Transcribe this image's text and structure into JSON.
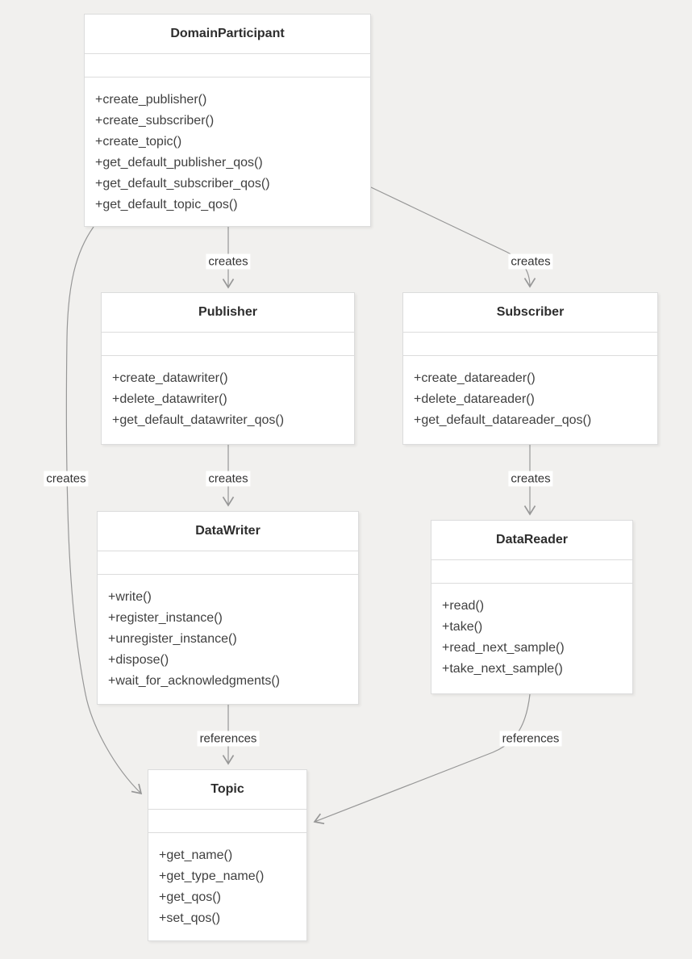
{
  "diagram": {
    "type": "uml-class-diagram",
    "colors": {
      "background": "#f1f0ee",
      "node_background": "#ffffff",
      "node_border": "#dcdcdc",
      "edge_line": "#979797",
      "title_text": "#2d2d2d",
      "method_text": "#404040",
      "label_text": "#333333"
    },
    "classes": [
      {
        "name": "DomainParticipant",
        "attributes": [],
        "methods": [
          "+create_publisher()",
          "+create_subscriber()",
          "+create_topic()",
          "+get_default_publisher_qos()",
          "+get_default_subscriber_qos()",
          "+get_default_topic_qos()"
        ]
      },
      {
        "name": "Publisher",
        "attributes": [],
        "methods": [
          "+create_datawriter()",
          "+delete_datawriter()",
          "+get_default_datawriter_qos()"
        ]
      },
      {
        "name": "Subscriber",
        "attributes": [],
        "methods": [
          "+create_datareader()",
          "+delete_datareader()",
          "+get_default_datareader_qos()"
        ]
      },
      {
        "name": "DataWriter",
        "attributes": [],
        "methods": [
          "+write()",
          "+register_instance()",
          "+unregister_instance()",
          "+dispose()",
          "+wait_for_acknowledgments()"
        ]
      },
      {
        "name": "DataReader",
        "attributes": [],
        "methods": [
          "+read()",
          "+take()",
          "+read_next_sample()",
          "+take_next_sample()"
        ]
      },
      {
        "name": "Topic",
        "attributes": [],
        "methods": [
          "+get_name()",
          "+get_type_name()",
          "+get_qos()",
          "+set_qos()"
        ]
      }
    ],
    "edges": [
      {
        "from": "DomainParticipant",
        "to": "Publisher",
        "label": "creates"
      },
      {
        "from": "DomainParticipant",
        "to": "Subscriber",
        "label": "creates"
      },
      {
        "from": "DomainParticipant",
        "to": "Topic",
        "label": "creates"
      },
      {
        "from": "Publisher",
        "to": "DataWriter",
        "label": "creates"
      },
      {
        "from": "Subscriber",
        "to": "DataReader",
        "label": "creates"
      },
      {
        "from": "DataWriter",
        "to": "Topic",
        "label": "references"
      },
      {
        "from": "DataReader",
        "to": "Topic",
        "label": "references"
      }
    ]
  }
}
